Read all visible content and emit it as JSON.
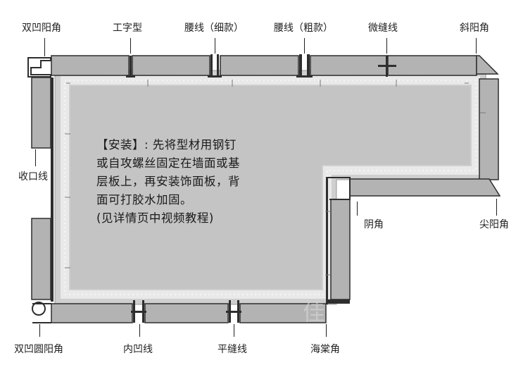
{
  "labels": {
    "double_concave_corner": "双凹阳角",
    "i_profile": "工字型",
    "waist_line_thin": "腰线（细款）",
    "waist_line_thick": "腰线（粗款）",
    "micro_seam_line": "微缝线",
    "beveled_corner": "斜阳角",
    "edge_trim": "收口线",
    "inner_corner": "阴角",
    "sharp_corner": "尖阳角",
    "double_concave_round_corner": "双凹圆阳角",
    "inner_concave_line": "内凹线",
    "flat_seam_line": "平缝线",
    "begonia_corner": "海棠角"
  },
  "note": {
    "line1": "【安装】: 先将型材用钢钉",
    "line2": "或自攻螺丝固定在墙面或基",
    "line3": "层板上，再安装饰面板，背",
    "line4": "面可打胶水加固。",
    "line5": "(见详情页中视频教程)"
  },
  "colors": {
    "panel": "#b3b3b3",
    "board": "#cfcfcf",
    "border": "#ececec",
    "profile": "#2e2e2e",
    "text": "#1f1f1f"
  }
}
